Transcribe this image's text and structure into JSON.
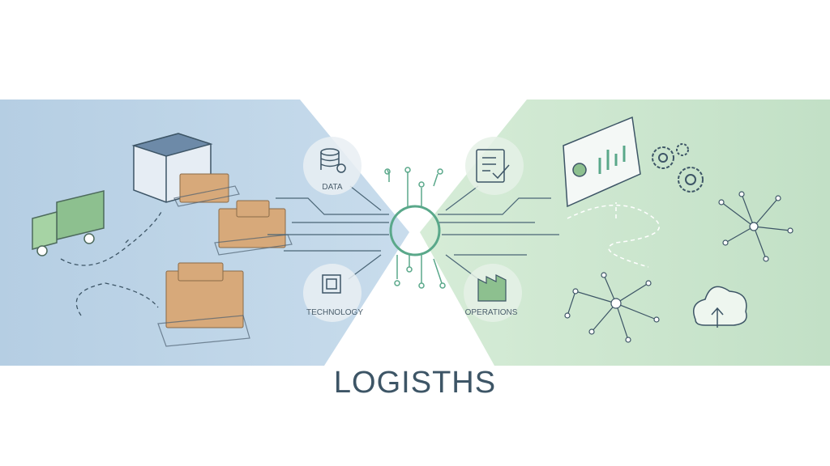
{
  "title": "LOGISTHS",
  "nodes": {
    "data": "DATA",
    "technology": "TECHNOLOGY",
    "operations": "OPERATIONS"
  },
  "colors": {
    "blue_panel": "#bcd3e6",
    "green_panel": "#cde6cf",
    "circuit": "#5aa88a",
    "title": "#3d5566"
  }
}
